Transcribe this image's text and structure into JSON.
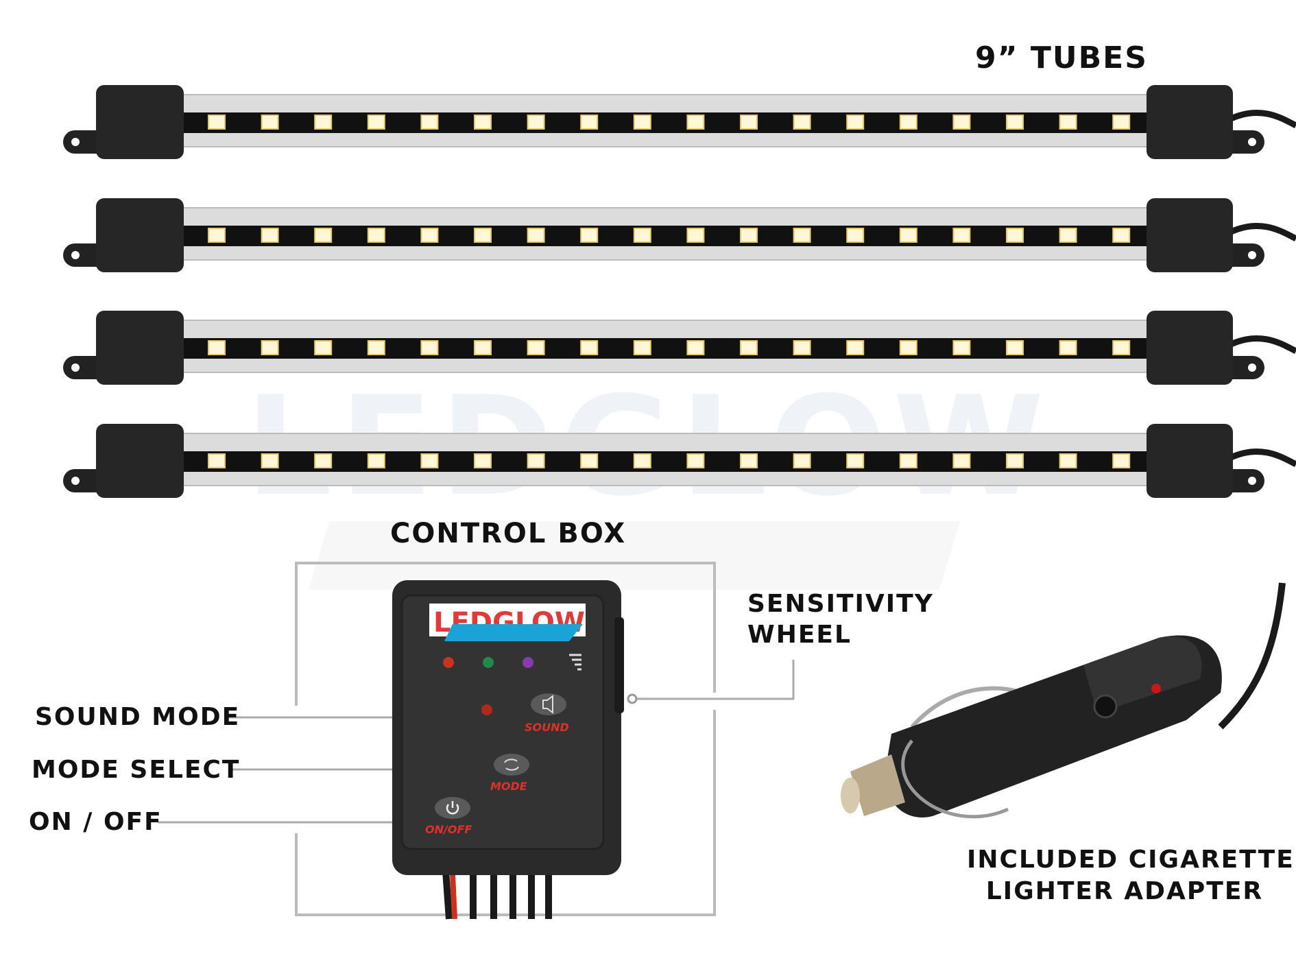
{
  "labels": {
    "tubes": "9” TUBES",
    "control_box": "CONTROL BOX",
    "sensitivity_line1": "SENSITIVITY",
    "sensitivity_line2": "WHEEL",
    "sound_mode": "SOUND MODE",
    "mode_select": "MODE SELECT",
    "on_off": "ON / OFF",
    "adapter_line1": "INCLUDED CIGARETTE",
    "adapter_line2": "LIGHTER ADAPTER"
  },
  "control_box": {
    "logo": "LEDGLOW",
    "buttons": {
      "sound": "SOUND",
      "mode": "MODE",
      "on_off": "ON/OFF"
    },
    "indicator_colors": [
      "#c8321e",
      "#1f8a4c",
      "#8a3ab0"
    ]
  },
  "watermark": "LEDGLOW",
  "tube_count": 4,
  "leds_per_tube": 18,
  "colors": {
    "logo_red": "#e03a3a",
    "logo_blue": "#1aa3d6",
    "label_red": "#e0302a",
    "body": "#2b2b2b"
  }
}
